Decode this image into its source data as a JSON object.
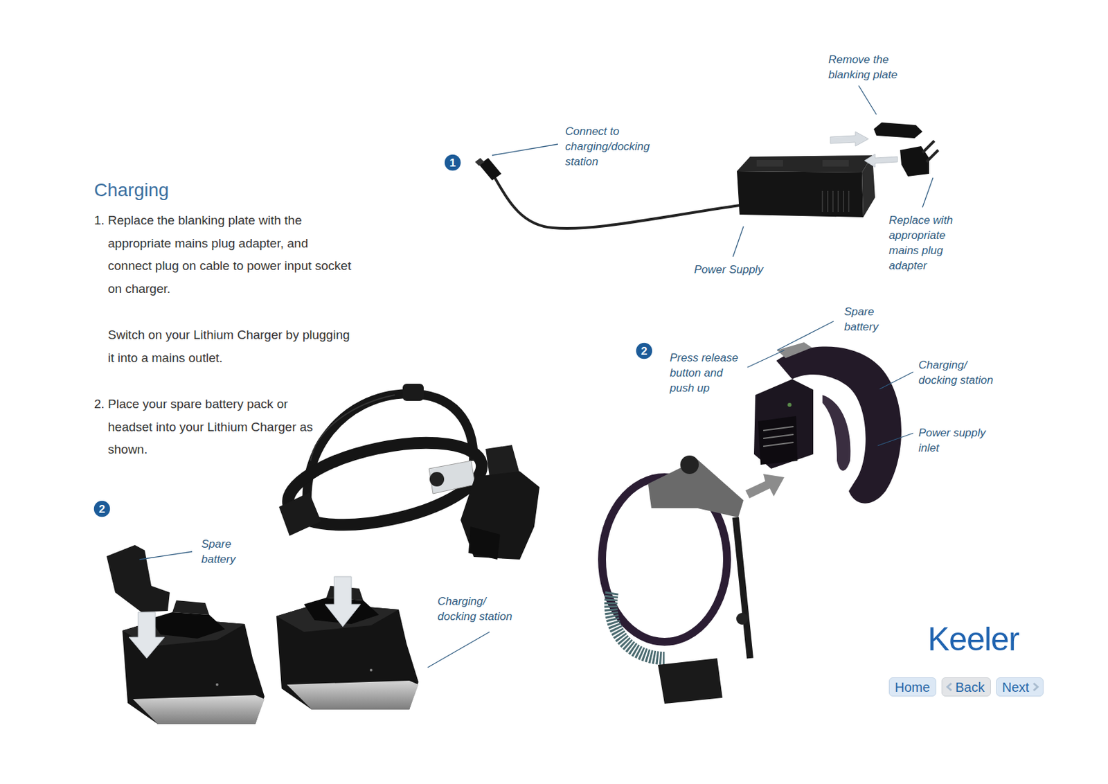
{
  "diagram": {
    "title": "Charging",
    "nodes": [
      {
        "text": [
          "1"
        ]
      },
      {
        "text": [
          "2"
        ]
      },
      {
        "text": [
          "2"
        ]
      },
      {
        "text": [
          "Home"
        ]
      },
      {
        "text": [
          "Back"
        ]
      },
      {
        "text": [
          "Next"
        ]
      }
    ],
    "labels": [
      "1.",
      "Replace the blanking plate with the appropriate mains plug adapter, and connect plug on cable to power input socket on charger.",
      "Switch on your Lithium Charger by plugging it into a mains outlet.",
      "2.",
      "Place your spare battery pack or headset into your Lithium Charger as shown.",
      "Connect to charging/docking station",
      "Remove the blanking plate",
      "Replace with appropriate mains plug adapter",
      "Power Supply",
      "Spare battery",
      "Press release button and push up",
      "Charging/ docking station",
      "Power supply inlet",
      "Spare battery",
      "Charging/ docking station",
      "Keeler"
    ]
  }
}
